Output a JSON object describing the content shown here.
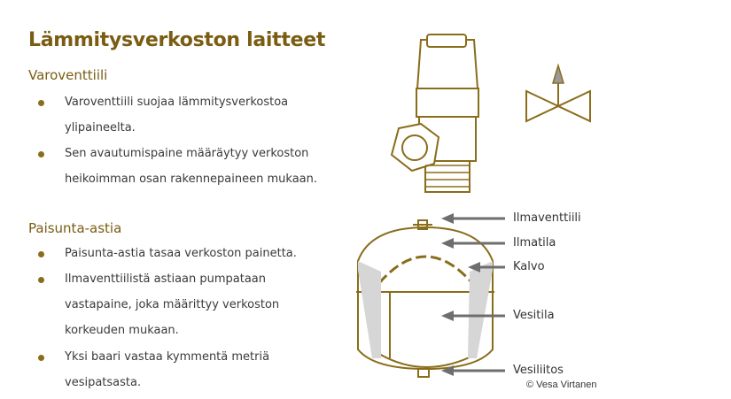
{
  "title": "Lämmitysverkoston laitteet",
  "section1": {
    "heading": "Varoventtiili",
    "lines": [
      "Varoventtiili suojaa lämmitysverkostoa",
      "ylipaineelta.",
      "Sen avautumispaine määräytyy verkoston",
      "heikoimman osan rakennepaineen mukaan."
    ]
  },
  "section2": {
    "heading": "Paisunta-astia",
    "lines": [
      "Paisunta-astia tasaa verkoston painetta.",
      "Ilmaventtiilistä astiaan pumpataan",
      "vastapaine, joka määrittyy verkoston",
      "korkeuden mukaan.",
      "Yksi baari vastaa kymmentä metriä",
      "vesipatsasta."
    ]
  },
  "diagram_labels": [
    "Ilmaventtiili",
    "Ilmatila",
    "Kalvo",
    "Vesitila",
    "Vesiliitos"
  ],
  "copyright": "© Vesa Virtanen",
  "colors": {
    "accent": "#7a5c12",
    "stroke": "#8a6d1a",
    "arrow": "#6e6e6e"
  }
}
